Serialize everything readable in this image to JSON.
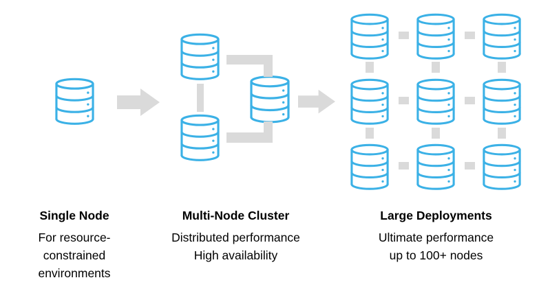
{
  "stages": [
    {
      "title": "Single Node",
      "lines": [
        "For resource-",
        "constrained",
        "environments"
      ],
      "node_count": 1
    },
    {
      "title": "Multi-Node Cluster",
      "lines": [
        "Distributed performance",
        "High availability"
      ],
      "node_count": 3
    },
    {
      "title": "Large Deployments",
      "lines": [
        "Ultimate performance",
        "up to 100+ nodes"
      ],
      "grid_rows": 3,
      "grid_cols": 3
    }
  ],
  "icons": {
    "database": "database-icon",
    "flow_arrow": "arrow-right-icon"
  },
  "colors": {
    "db_stroke": "#3BB1E6",
    "connector": "#DADADA",
    "text": "#000000",
    "background": "#FFFFFF"
  }
}
